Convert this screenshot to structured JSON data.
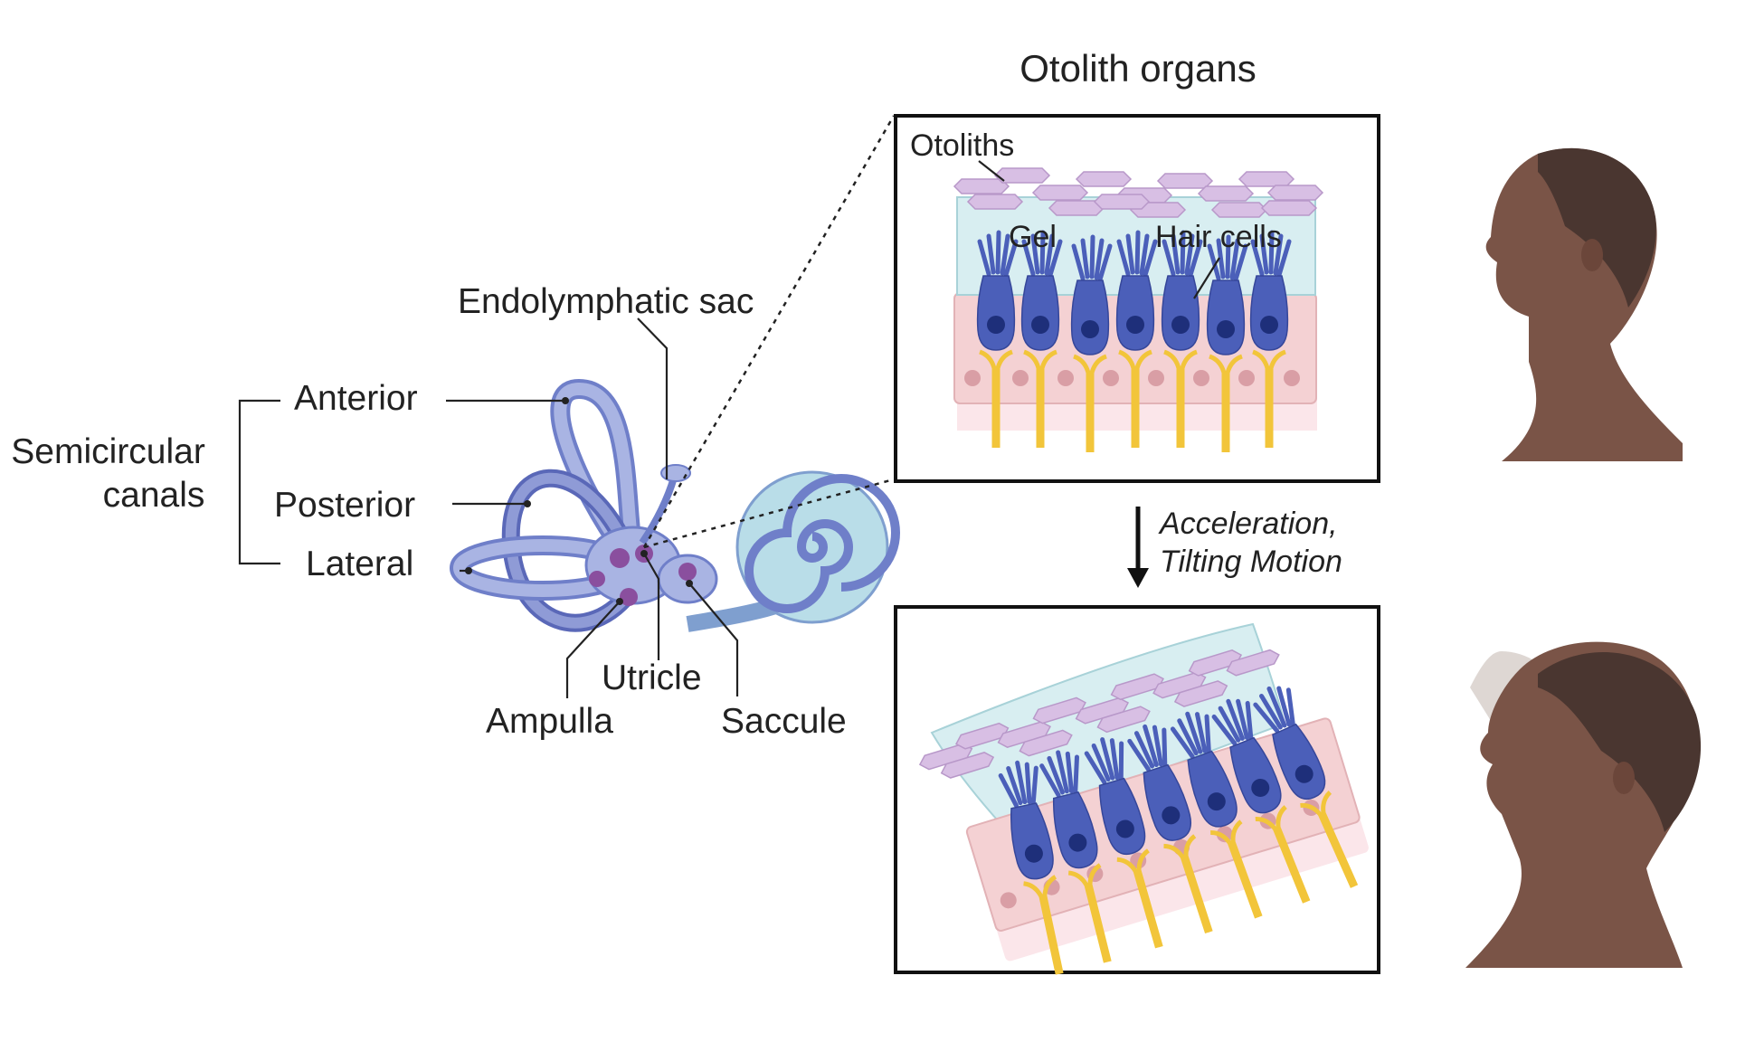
{
  "title": "Otolith organs",
  "labels": {
    "semicircular_canals": "Semicircular canals",
    "anterior": "Anterior",
    "posterior": "Posterior",
    "lateral": "Lateral",
    "endolymphatic_sac": "Endolymphatic sac",
    "ampulla": "Ampulla",
    "utricle": "Utricle",
    "saccule": "Saccule",
    "otoliths": "Otoliths",
    "gel": "Gel",
    "hair_cells": "Hair cells",
    "motion_line1": "Acceleration,",
    "motion_line2": "Tilting Motion"
  },
  "colors": {
    "labyrinth_fill": "#a9b4e3",
    "labyrinth_stroke": "#6f7fc9",
    "cochlea_fill": "#b9dde8",
    "macula_spot": "#8a4f9e",
    "otolith_crystal": "#d8bfe4",
    "gel": "#d8eef1",
    "epithelium": "#f4d1d3",
    "hair_cell": "#4b5fb9",
    "hair_cell_nucleus": "#1e2f7a",
    "nerve_fiber": "#f2c53a",
    "skin": "#7a5447",
    "hair": "#4a3630"
  }
}
